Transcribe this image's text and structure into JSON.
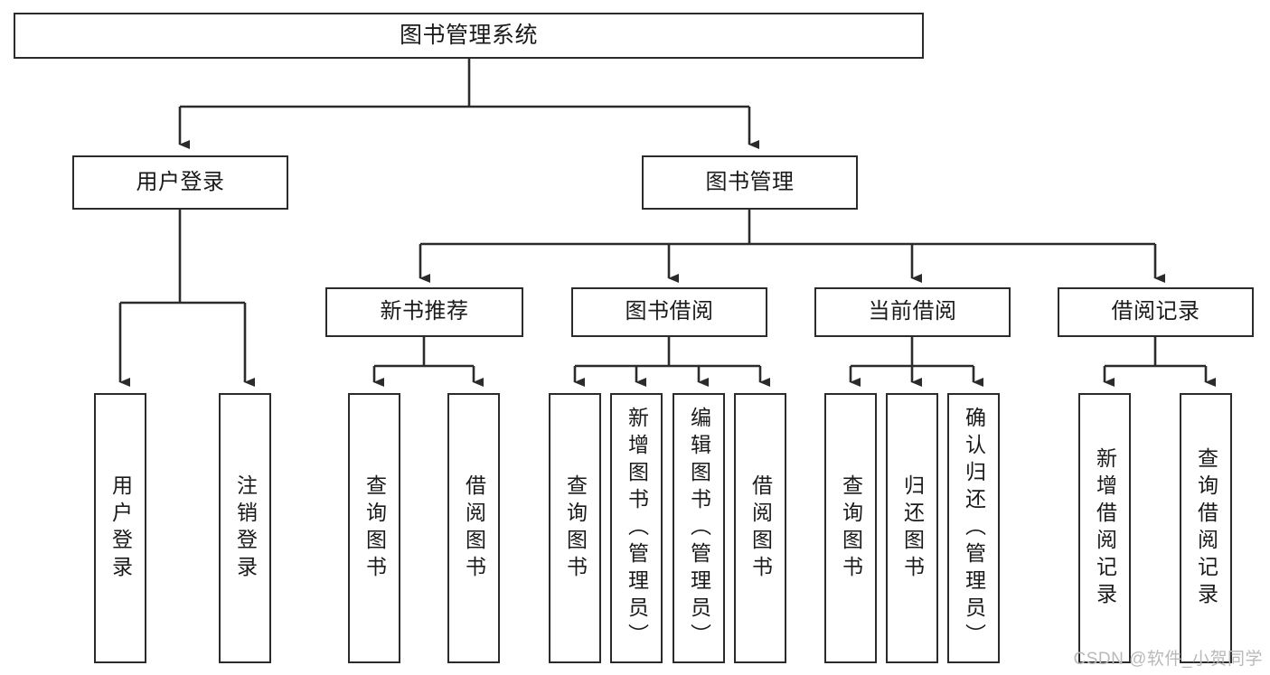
{
  "diagram": {
    "title": "图书管理系统",
    "watermark": "CSDN @软件_小贺同学",
    "stroke_color": "#2b2b2b",
    "background_color": "#ffffff",
    "text_color": "#1a1a1a",
    "watermark_color": "#b9b9b9"
  },
  "root": {
    "label": "图书管理系统"
  },
  "level2": [
    {
      "label": "用户登录"
    },
    {
      "label": "图书管理"
    }
  ],
  "level3": [
    {
      "label": "新书推荐"
    },
    {
      "label": "图书借阅"
    },
    {
      "label": "当前借阅"
    },
    {
      "label": "借阅记录"
    }
  ],
  "leaves": {
    "user_login": [
      {
        "label": "用户登录"
      },
      {
        "label": "注销登录"
      }
    ],
    "new_book": [
      {
        "label": "查询图书"
      },
      {
        "label": "借阅图书"
      }
    ],
    "book_borrow": [
      {
        "label": "查询图书"
      },
      {
        "label": "新增图书（管理员）"
      },
      {
        "label": "编辑图书（管理员）"
      },
      {
        "label": "借阅图书"
      }
    ],
    "current_borrow": [
      {
        "label": "查询图书"
      },
      {
        "label": "归还图书"
      },
      {
        "label": "确认归还（管理员）"
      }
    ],
    "borrow_record": [
      {
        "label": "新增借阅记录"
      },
      {
        "label": "查询借阅记录"
      }
    ]
  },
  "chart_data": {
    "type": "tree",
    "title": "图书管理系统",
    "nodes": [
      {
        "id": "root",
        "label": "图书管理系统",
        "level": 0,
        "parent": null
      },
      {
        "id": "n1",
        "label": "用户登录",
        "level": 1,
        "parent": "root"
      },
      {
        "id": "n2",
        "label": "图书管理",
        "level": 1,
        "parent": "root"
      },
      {
        "id": "n1a",
        "label": "用户登录",
        "level": 2,
        "parent": "n1"
      },
      {
        "id": "n1b",
        "label": "注销登录",
        "level": 2,
        "parent": "n1"
      },
      {
        "id": "n2a",
        "label": "新书推荐",
        "level": 2,
        "parent": "n2"
      },
      {
        "id": "n2b",
        "label": "图书借阅",
        "level": 2,
        "parent": "n2"
      },
      {
        "id": "n2c",
        "label": "当前借阅",
        "level": 2,
        "parent": "n2"
      },
      {
        "id": "n2d",
        "label": "借阅记录",
        "level": 2,
        "parent": "n2"
      },
      {
        "id": "n2a1",
        "label": "查询图书",
        "level": 3,
        "parent": "n2a"
      },
      {
        "id": "n2a2",
        "label": "借阅图书",
        "level": 3,
        "parent": "n2a"
      },
      {
        "id": "n2b1",
        "label": "查询图书",
        "level": 3,
        "parent": "n2b"
      },
      {
        "id": "n2b2",
        "label": "新增图书（管理员）",
        "level": 3,
        "parent": "n2b"
      },
      {
        "id": "n2b3",
        "label": "编辑图书（管理员）",
        "level": 3,
        "parent": "n2b"
      },
      {
        "id": "n2b4",
        "label": "借阅图书",
        "level": 3,
        "parent": "n2b"
      },
      {
        "id": "n2c1",
        "label": "查询图书",
        "level": 3,
        "parent": "n2c"
      },
      {
        "id": "n2c2",
        "label": "归还图书",
        "level": 3,
        "parent": "n2c"
      },
      {
        "id": "n2c3",
        "label": "确认归还（管理员）",
        "level": 3,
        "parent": "n2c"
      },
      {
        "id": "n2d1",
        "label": "新增借阅记录",
        "level": 3,
        "parent": "n2d"
      },
      {
        "id": "n2d2",
        "label": "查询借阅记录",
        "level": 3,
        "parent": "n2d"
      }
    ],
    "orientation": "top-down",
    "edge_style": "orthogonal-arrow"
  }
}
